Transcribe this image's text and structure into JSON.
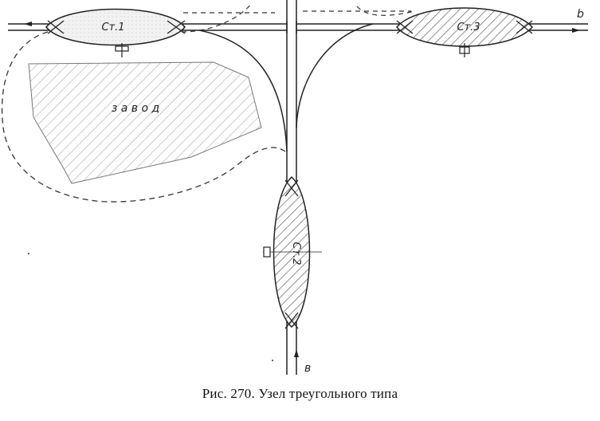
{
  "figure": {
    "caption": "Рис. 270. Узел треугольного типа"
  },
  "stations": {
    "st1": "Ст.1",
    "st2": "Ст.2",
    "st3": "Ст.3"
  },
  "zone_label": "з а в о д",
  "direction_labels": {
    "b": "b",
    "v": "в"
  }
}
